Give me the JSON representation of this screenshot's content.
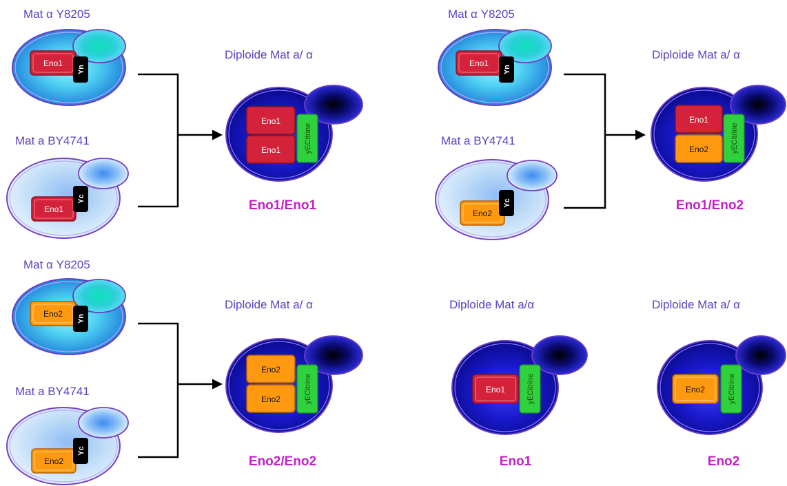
{
  "colors": {
    "label": "#5b3fc4",
    "result": "#c21fc9",
    "eno1": "#d3223a",
    "eno2": "#ff9a10",
    "citrine": "#2fd13c",
    "alpha_cell": "#29b3e6",
    "a_cell": "#b8d8f6",
    "diploid_cell": "#1212a8",
    "tag": "#000000"
  },
  "panels": {
    "p1": {
      "alpha_label": "Mat α Y8205",
      "alpha_protein": "Eno1",
      "alpha_tag": "Yn",
      "a_label": "Mat a BY4741",
      "a_protein": "Eno1",
      "a_tag": "Yc",
      "diploid_label": "Diploide  Mat a/ α",
      "top_protein": "Eno1",
      "bottom_protein": "Eno1",
      "reporter": "yECitrine",
      "result": "Eno1/Eno1"
    },
    "p2": {
      "alpha_label": "Mat α Y8205",
      "alpha_protein": "Eno1",
      "alpha_tag": "Yn",
      "a_label": "Mat a BY4741",
      "a_protein": "Eno2",
      "a_tag": "Yc",
      "diploid_label": "Diploide  Mat a/ α",
      "top_protein": "Eno1",
      "bottom_protein": "Eno2",
      "reporter": "yECitrine",
      "result": "Eno1/Eno2"
    },
    "p3": {
      "alpha_label": "Mat α Y8205",
      "alpha_protein": "Eno2",
      "alpha_tag": "Yn",
      "a_label": "Mat a BY4741",
      "a_protein": "Eno2",
      "a_tag": "Yc",
      "diploid_label": "Diploide  Mat a/ α",
      "top_protein": "Eno2",
      "bottom_protein": "Eno2",
      "reporter": "yECitrine",
      "result": "Eno2/Eno2"
    },
    "p4": {
      "diploid_label": "Diploide  Mat a/α",
      "protein": "Eno1",
      "reporter": "yECitrine",
      "result": "Eno1"
    },
    "p5": {
      "diploid_label": "Diploide  Mat a/ α",
      "protein": "Eno2",
      "reporter": "yECitrine",
      "result": "Eno2"
    }
  }
}
